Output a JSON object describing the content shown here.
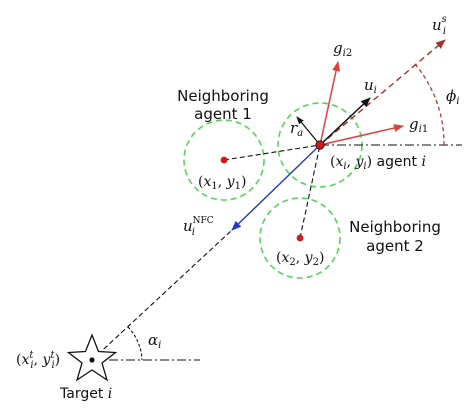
{
  "diagram": {
    "labels": {
      "neighbor1_line1": "Neighboring",
      "neighbor1_line2": "agent 1",
      "neighbor2_line1": "Neighboring",
      "neighbor2_line2": "agent 2",
      "agent_i_text": "agent",
      "target_text": "Target",
      "italic_i": "i",
      "x1y1": "(x1, y1)",
      "x2y2": "(x2, y2)",
      "xiyi": "(xi, yi) agent i",
      "target_coords": "(xit, yit)",
      "gi1": "gi1",
      "gi2": "gi2",
      "ui": "ui",
      "uis": "uis",
      "uiNFC": "uiNFC",
      "ra": "ra",
      "phii": "ϕi",
      "alphai": "αi"
    },
    "colors": {
      "circle_dashed": "#5ad25a",
      "agent_dot": "#d11a1a",
      "g_arrows": "#e04040",
      "u_s_arrow": "#a0322a",
      "u_nfc_arrow": "#2638c8",
      "lines": "#111111"
    }
  }
}
